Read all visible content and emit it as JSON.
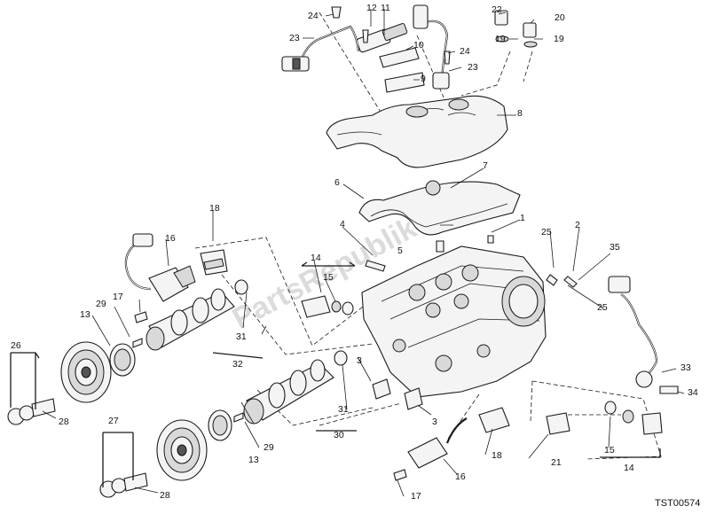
{
  "callouts": [
    {
      "id": "c1",
      "text": "1"
    },
    {
      "id": "c2",
      "text": "2"
    },
    {
      "id": "c3a",
      "text": "3"
    },
    {
      "id": "c3b",
      "text": "3"
    },
    {
      "id": "c4",
      "text": "4"
    },
    {
      "id": "c5",
      "text": "5"
    },
    {
      "id": "c6",
      "text": "6"
    },
    {
      "id": "c7",
      "text": "7"
    },
    {
      "id": "c8",
      "text": "8"
    },
    {
      "id": "c9",
      "text": "9"
    },
    {
      "id": "c10",
      "text": "10"
    },
    {
      "id": "c11",
      "text": "11"
    },
    {
      "id": "c12",
      "text": "12"
    },
    {
      "id": "c13a",
      "text": "13"
    },
    {
      "id": "c13b",
      "text": "13"
    },
    {
      "id": "c14a",
      "text": "14"
    },
    {
      "id": "c14b",
      "text": "14"
    },
    {
      "id": "c15a",
      "text": "15"
    },
    {
      "id": "c15b",
      "text": "15"
    },
    {
      "id": "c16a",
      "text": "16"
    },
    {
      "id": "c16b",
      "text": "16"
    },
    {
      "id": "c17a",
      "text": "17"
    },
    {
      "id": "c17b",
      "text": "17"
    },
    {
      "id": "c18a",
      "text": "18"
    },
    {
      "id": "c18b",
      "text": "18"
    },
    {
      "id": "c19a",
      "text": "19"
    },
    {
      "id": "c19b",
      "text": "19"
    },
    {
      "id": "c20",
      "text": "20"
    },
    {
      "id": "c21",
      "text": "21"
    },
    {
      "id": "c22",
      "text": "22"
    },
    {
      "id": "c23a",
      "text": "23"
    },
    {
      "id": "c23b",
      "text": "23"
    },
    {
      "id": "c24a",
      "text": "24"
    },
    {
      "id": "c24b",
      "text": "24"
    },
    {
      "id": "c25a",
      "text": "25"
    },
    {
      "id": "c25b",
      "text": "25"
    },
    {
      "id": "c26",
      "text": "26"
    },
    {
      "id": "c27",
      "text": "27"
    },
    {
      "id": "c28a",
      "text": "28"
    },
    {
      "id": "c28b",
      "text": "28"
    },
    {
      "id": "c29a",
      "text": "29"
    },
    {
      "id": "c29b",
      "text": "29"
    },
    {
      "id": "c30",
      "text": "30"
    },
    {
      "id": "c31a",
      "text": "31"
    },
    {
      "id": "c31b",
      "text": "31"
    },
    {
      "id": "c32",
      "text": "32"
    },
    {
      "id": "c33",
      "text": "33"
    },
    {
      "id": "c34",
      "text": "34"
    },
    {
      "id": "c35",
      "text": "35"
    }
  ],
  "watermark": "PartsRepublik",
  "drawing_code": "TST00574"
}
